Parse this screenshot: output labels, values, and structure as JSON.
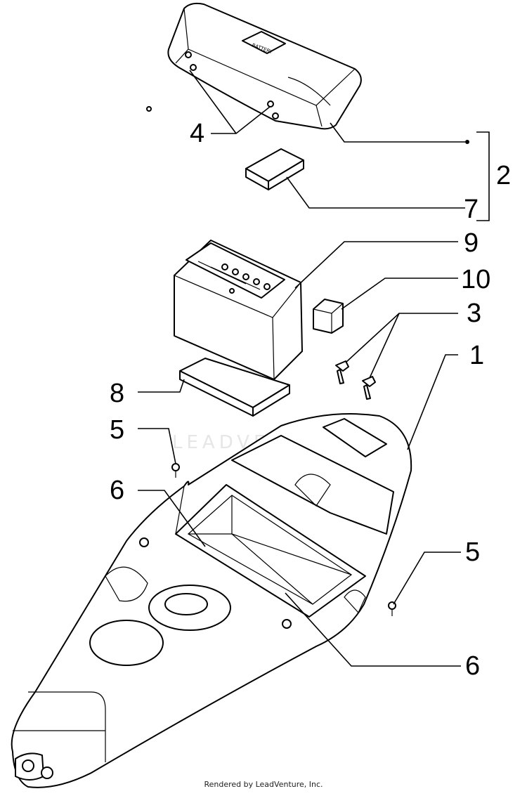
{
  "watermark": "LEADVENTURE",
  "footer": "Rendered by LeadVenture, Inc.",
  "callouts": {
    "c1": "1",
    "c2": "2",
    "c3": "3",
    "c4": "4",
    "c5a": "5",
    "c5b": "5",
    "c6a": "6",
    "c6b": "6",
    "c7": "7",
    "c8": "8",
    "c9": "9",
    "c10": "10"
  }
}
